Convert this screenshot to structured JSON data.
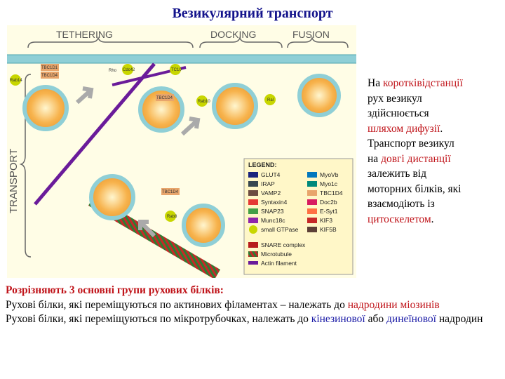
{
  "title": "Везикулярний транспорт",
  "figure": {
    "stages": [
      "TETHERING",
      "DOCKING",
      "FUSION"
    ],
    "side_label": "TRANSPORT",
    "protein_labels": {
      "rab14": "Rab14",
      "tbc1d1": "TBC1D1",
      "tbc1d4": "TBC1D4",
      "rho": "Rho",
      "cdc42": "Cdc42",
      "tc10": "TC10",
      "rab10": "Rab10",
      "ral": "Ral",
      "tbc1d4b": "TBC1D4",
      "rab8": "Rab8",
      "tbc1d4c": "TBC1D4"
    },
    "legend": {
      "title": "LEGEND:",
      "items_left": [
        "GLUT4",
        "IRAP",
        "VAMP2",
        "Syntaxin4",
        "SNAP23",
        "Munc18c",
        "small GTPase",
        "SNARE complex",
        "Microtubule",
        "Actin filament"
      ],
      "items_right": [
        "MyoVb",
        "Myo1c",
        "TBC1D4",
        "Doc2b",
        "E-Syt1",
        "KIF3",
        "KIF5B"
      ],
      "colors": {
        "bg": "#fff7c8",
        "vesicle": "#f6a43c",
        "membrane": "#8fcfd6",
        "gtpase": "#c8d600",
        "microtubule": "#c0392b",
        "actin": "#6a1b9a"
      }
    }
  },
  "side_text": {
    "l1": "На",
    "l1_red": "коротківідстанції",
    "l2": "рух везикул",
    "l3": "здійснюється",
    "l4_red": "шляхом дифузії",
    "l4_end": ".",
    "l5": "Транспорт везикул",
    "l6": "на",
    "l6_red": "довгі дистанції",
    "l7": "залежить від",
    "l8": "моторних білків, які",
    "l9": "взаємодіють із",
    "l10_red": "цитоскелетом",
    "l10_end": "."
  },
  "bottom": {
    "heading": "Розрізняють 3 основні групи рухових білків:",
    "p1a": "Рухові білки, які переміщуються по актинових філаментах – належать до",
    "p1_red": "надродини міозинів",
    "p2a": "Рухові білки, які переміщуються по мікротрубочках, належать до",
    "p2_blue1": "кінезинової",
    "p2b": "або",
    "p2_blue2": "динеїнової",
    "p2c": "надродин"
  }
}
